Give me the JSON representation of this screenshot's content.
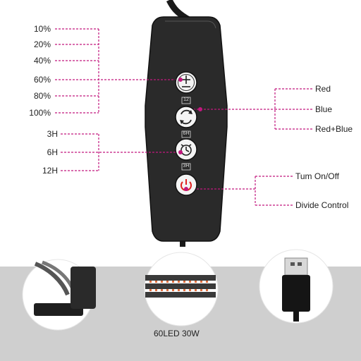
{
  "brightness_levels": [
    "10%",
    "20%",
    "40%",
    "60%",
    "80%",
    "100%"
  ],
  "timer_options": [
    "3H",
    "6H",
    "12H"
  ],
  "color_modes": [
    "Red",
    "Blue",
    "Red+Blue"
  ],
  "power_functions": [
    "Tum On/Off",
    "Divide Control"
  ],
  "button_badges": {
    "color": "12",
    "timer": "6H",
    "power": "3H"
  },
  "product_caption": "60LED 30W",
  "colors": {
    "guide_line": "#c2187e",
    "remote_body": "#2a2a2a",
    "power_accent": "#e02020",
    "band": "#cfcfcf"
  },
  "icons": [
    "brightness-icon",
    "color-cycle-icon",
    "timer-clock-icon",
    "power-icon",
    "usb-plug-icon"
  ]
}
